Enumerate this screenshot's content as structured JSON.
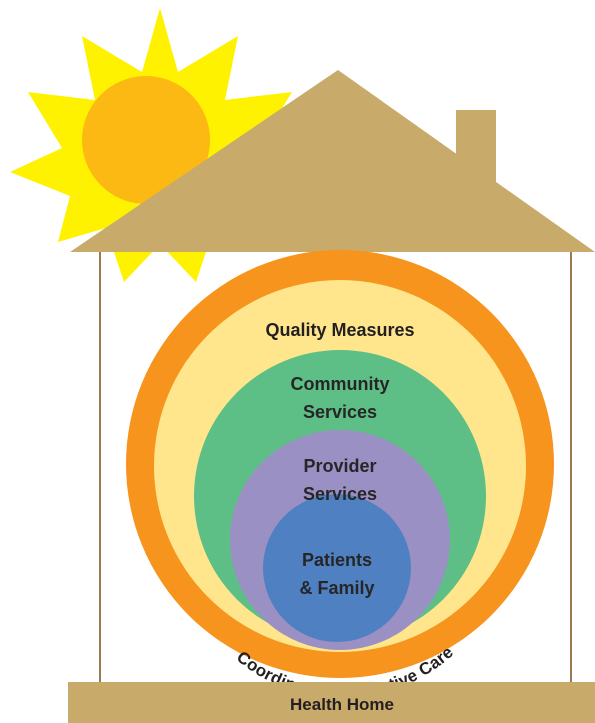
{
  "diagram": {
    "rings": {
      "outer_caption": "Coordinated Preventive Care",
      "quality": "Quality Measures",
      "community": [
        "Community",
        "Services"
      ],
      "provider": [
        "Provider",
        "Services"
      ],
      "patients": [
        "Patients",
        "& Family"
      ]
    },
    "footer": "Health Home"
  },
  "colors": {
    "sun_rays": "#FFF200",
    "sun_disc": "#FDB913",
    "roof": "#C8AB6B",
    "wall_line": "#9A7A4E",
    "orange_ring": "#F7941D",
    "yellow_ring": "#FFE68C",
    "green_ring": "#5DBF85",
    "purple_ring": "#9B90C4",
    "blue_core": "#4F81C2",
    "text": "#231F20"
  }
}
